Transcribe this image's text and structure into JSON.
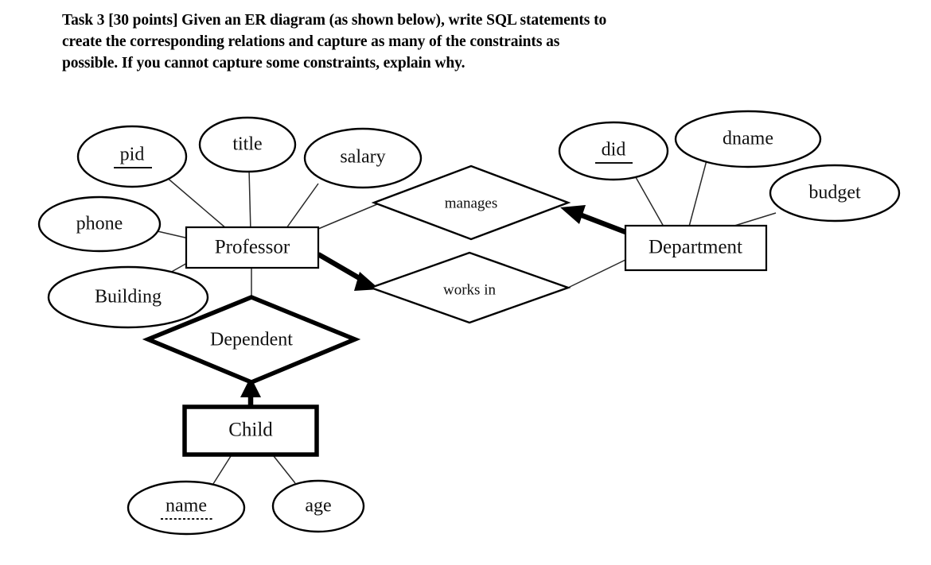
{
  "prompt": {
    "lines": [
      "Task 3 [30 points] Given an ER diagram (as shown below), write SQL statements to",
      "create the corresponding relations and capture as many of the constraints as",
      "possible. If you cannot capture some constraints, explain why."
    ]
  },
  "diagram": {
    "type": "er-diagram",
    "entities": [
      {
        "id": "professor",
        "label": "Professor",
        "weak": false
      },
      {
        "id": "department",
        "label": "Department",
        "weak": false
      },
      {
        "id": "child",
        "label": "Child",
        "weak": true
      }
    ],
    "relationships": [
      {
        "id": "manages",
        "label": "manages",
        "identifying": false
      },
      {
        "id": "works_in",
        "label": "works  in",
        "identifying": false
      },
      {
        "id": "dependent",
        "label": "Dependent",
        "identifying": true
      }
    ],
    "attributes": [
      {
        "id": "pid",
        "label": "pid",
        "owner": "professor",
        "key": "primary"
      },
      {
        "id": "title",
        "label": "title",
        "owner": "professor",
        "key": "none"
      },
      {
        "id": "salary",
        "label": "salary",
        "owner": "professor",
        "key": "none"
      },
      {
        "id": "phone",
        "label": "phone",
        "owner": "professor",
        "key": "none"
      },
      {
        "id": "building",
        "label": "Building",
        "owner": "professor",
        "key": "none"
      },
      {
        "id": "did",
        "label": "did",
        "owner": "department",
        "key": "primary"
      },
      {
        "id": "dname",
        "label": "dname",
        "owner": "department",
        "key": "none"
      },
      {
        "id": "budget",
        "label": "budget",
        "owner": "department",
        "key": "none"
      },
      {
        "id": "name",
        "label": "name",
        "owner": "child",
        "key": "partial"
      },
      {
        "id": "age",
        "label": "age",
        "owner": "child",
        "key": "none"
      }
    ],
    "edges": [
      {
        "from": "professor",
        "to": "manages",
        "style": "thin"
      },
      {
        "from": "department",
        "to": "manages",
        "style": "thick-arrow"
      },
      {
        "from": "professor",
        "to": "works_in",
        "style": "thick-arrow"
      },
      {
        "from": "department",
        "to": "works_in",
        "style": "thin"
      },
      {
        "from": "professor",
        "to": "dependent",
        "style": "thin"
      },
      {
        "from": "child",
        "to": "dependent",
        "style": "thick-arrow"
      }
    ],
    "colors": {
      "stroke": "#000000",
      "fill": "#ffffff",
      "text": "#111111"
    }
  }
}
